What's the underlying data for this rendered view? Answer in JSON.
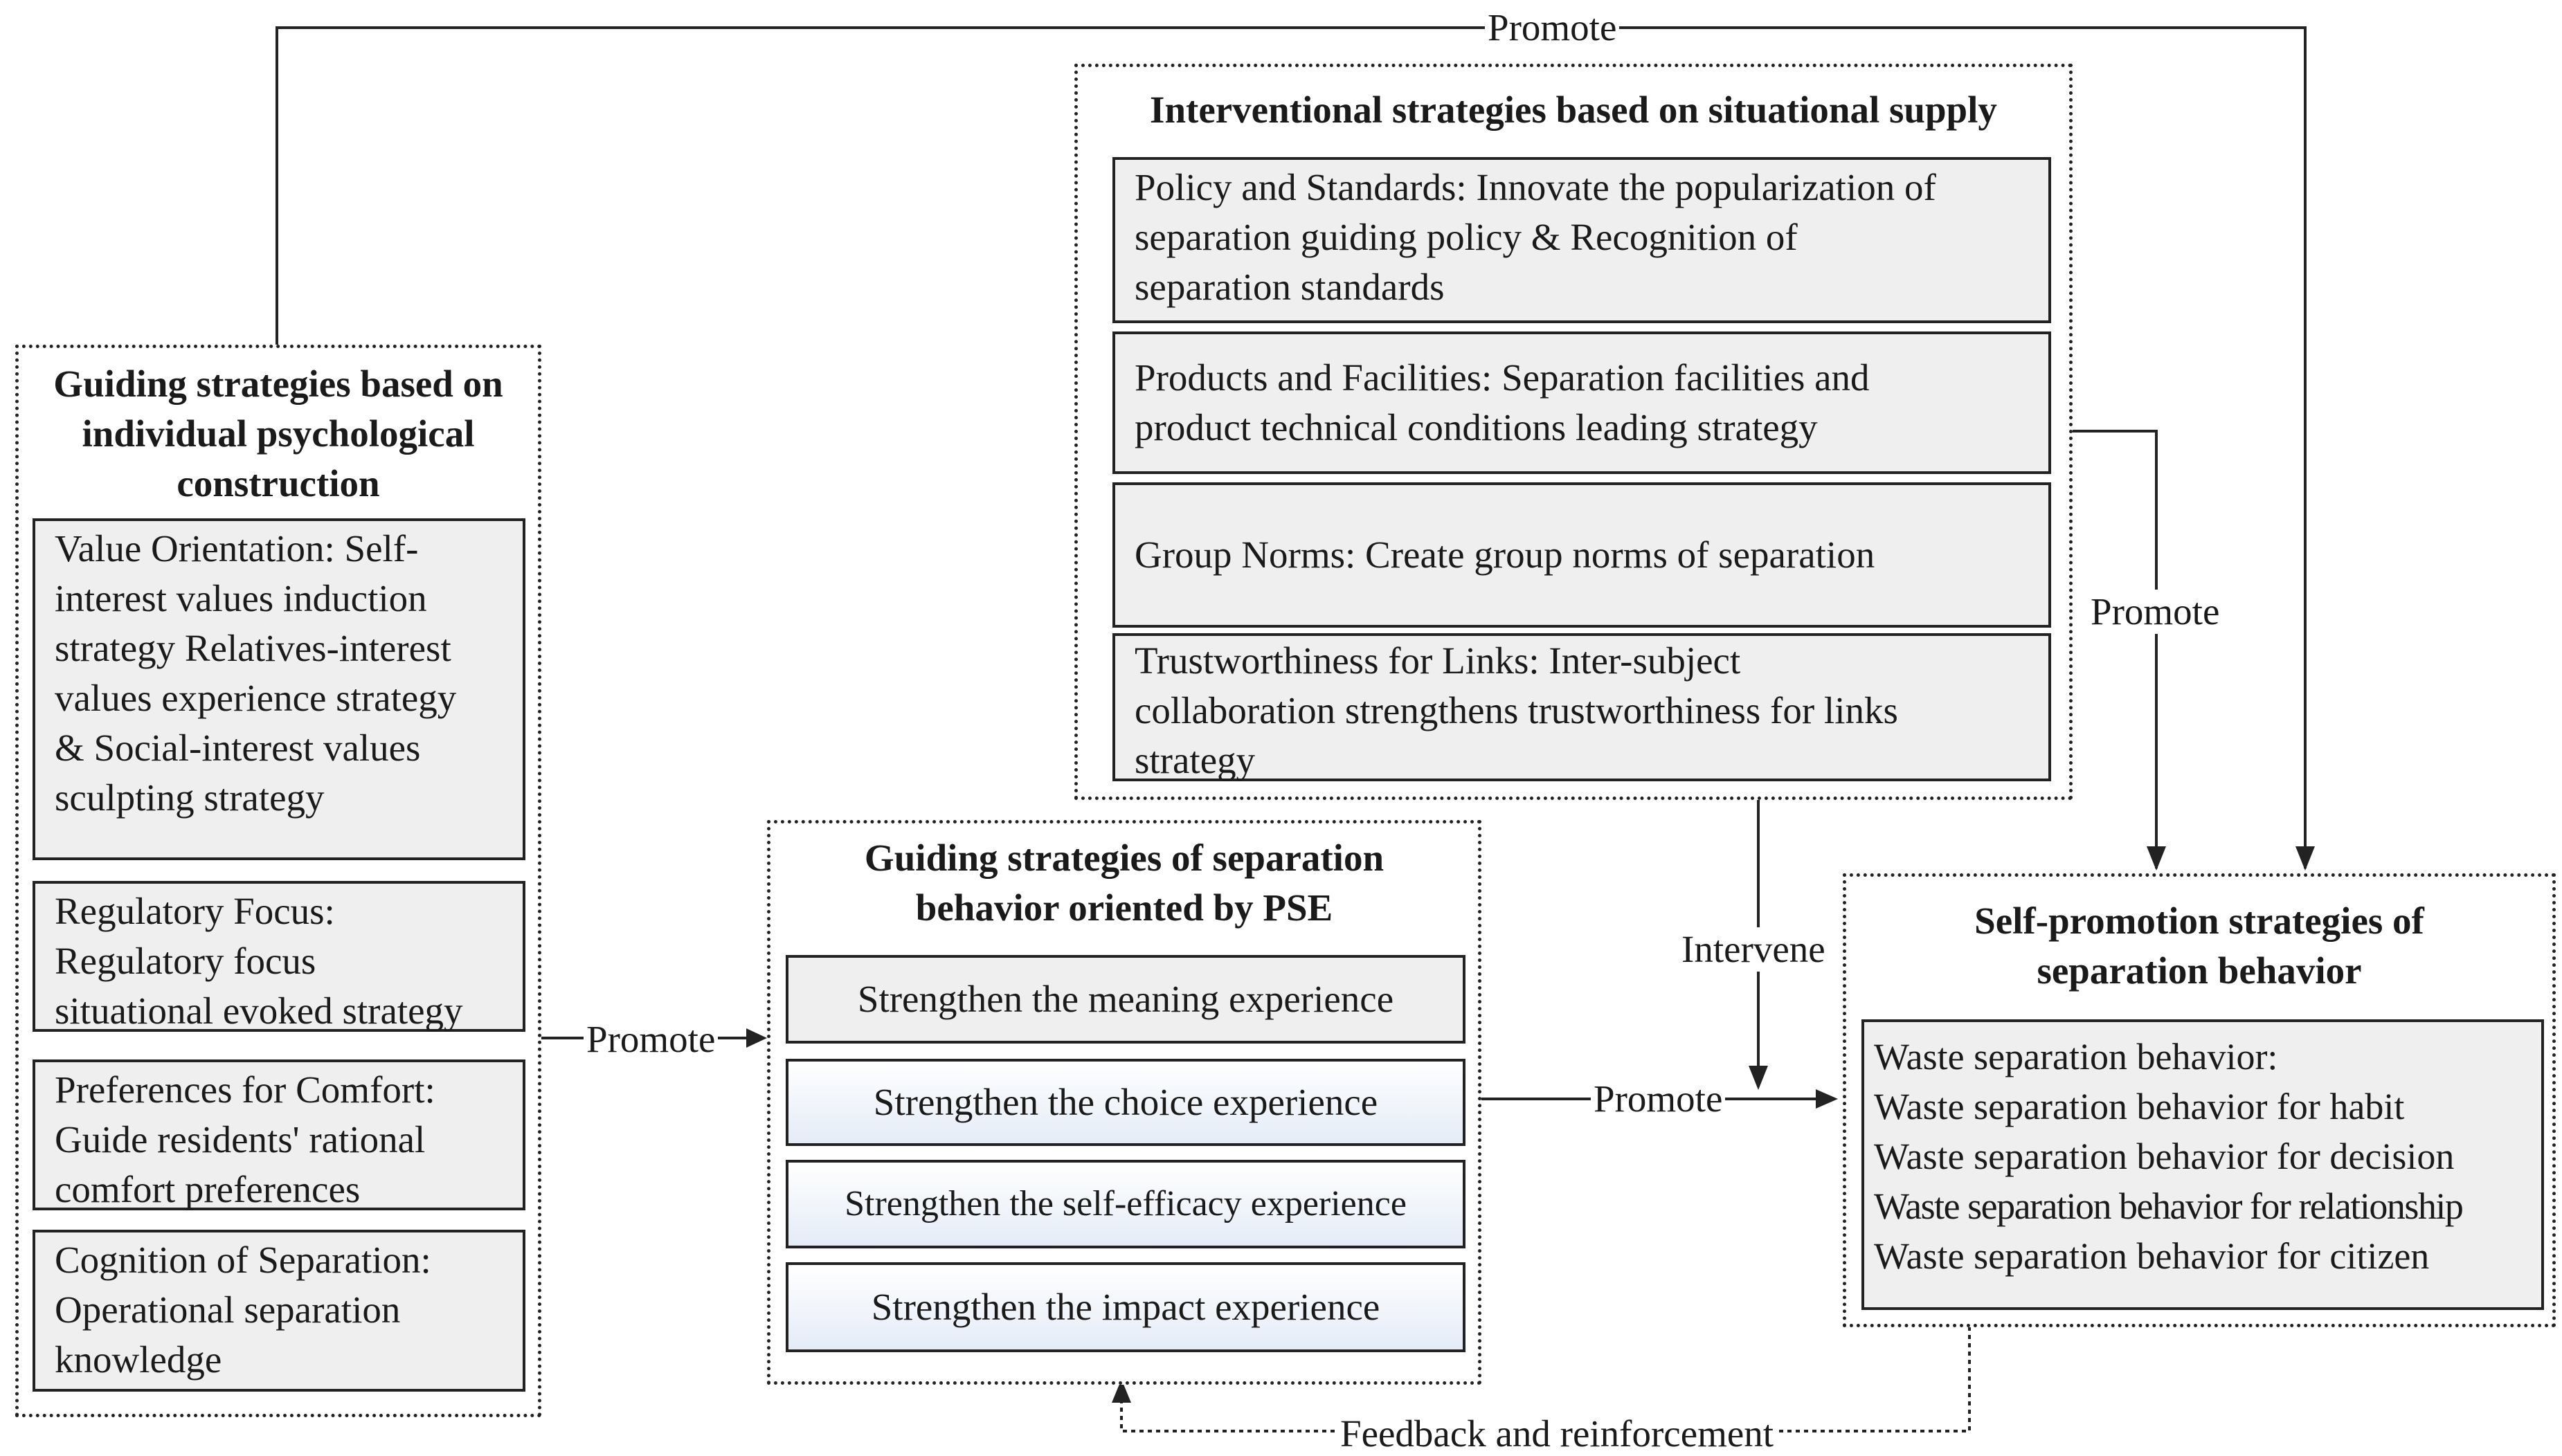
{
  "groups": {
    "individual": {
      "title": [
        "Guiding strategies based on",
        "individual psychological",
        "construction"
      ],
      "boxes": [
        {
          "lines": [
            "Value Orientation: Self-",
            "interest values induction",
            "strategy Relatives-interest",
            "values experience strategy",
            "& Social-interest values",
            "sculpting strategy"
          ]
        },
        {
          "lines": [
            "Regulatory Focus:",
            "Regulatory focus",
            "situational evoked strategy"
          ]
        },
        {
          "lines": [
            "Preferences for Comfort:",
            "Guide residents' rational",
            "comfort preferences"
          ]
        },
        {
          "lines": [
            "Cognition of Separation:",
            "Operational separation",
            "knowledge"
          ]
        }
      ]
    },
    "situational": {
      "title": [
        "Interventional strategies based on situational supply"
      ],
      "boxes": [
        {
          "lines": [
            "Policy and Standards: Innovate the popularization  of",
            "separation guiding policy & Recognition of",
            "separation standards"
          ]
        },
        {
          "lines": [
            "Products and Facilities: Separation facilities and",
            "product technical conditions leading strategy"
          ]
        },
        {
          "lines": [
            "Group Norms: Create group norms of separation"
          ]
        },
        {
          "lines": [
            "Trustworthiness for Links: Inter-subject",
            "collaboration strengthens trustworthiness for links",
            "strategy"
          ]
        }
      ]
    },
    "pse": {
      "title": [
        "Guiding strategies of separation",
        "behavior oriented by PSE"
      ],
      "boxes": [
        {
          "lines": [
            "Strengthen the meaning experience"
          ]
        },
        {
          "lines": [
            "Strengthen the choice experience"
          ]
        },
        {
          "lines": [
            "Strengthen the self-efficacy experience"
          ]
        },
        {
          "lines": [
            "Strengthen the impact experience"
          ]
        }
      ]
    },
    "selfpromo": {
      "title": [
        "Self-promotion strategies of",
        "separation behavior"
      ],
      "box": {
        "lines": [
          "Waste separation behavior:",
          "Waste separation behavior for habit",
          "Waste separation behavior for decision",
          "Waste separation behavior for relationship",
          "Waste separation behavior for citizen"
        ]
      }
    }
  },
  "edges": {
    "top_promote": "Promote",
    "individual_to_pse": "Promote",
    "pse_to_selfpromo": "Promote",
    "products_to_selfpromo": "Promote",
    "intervene": "Intervene",
    "feedback": "Feedback and reinforcement"
  },
  "colors": {
    "box_fill": "#efefef",
    "pse_box_fill": "#e4ecf7",
    "line": "#222222"
  }
}
